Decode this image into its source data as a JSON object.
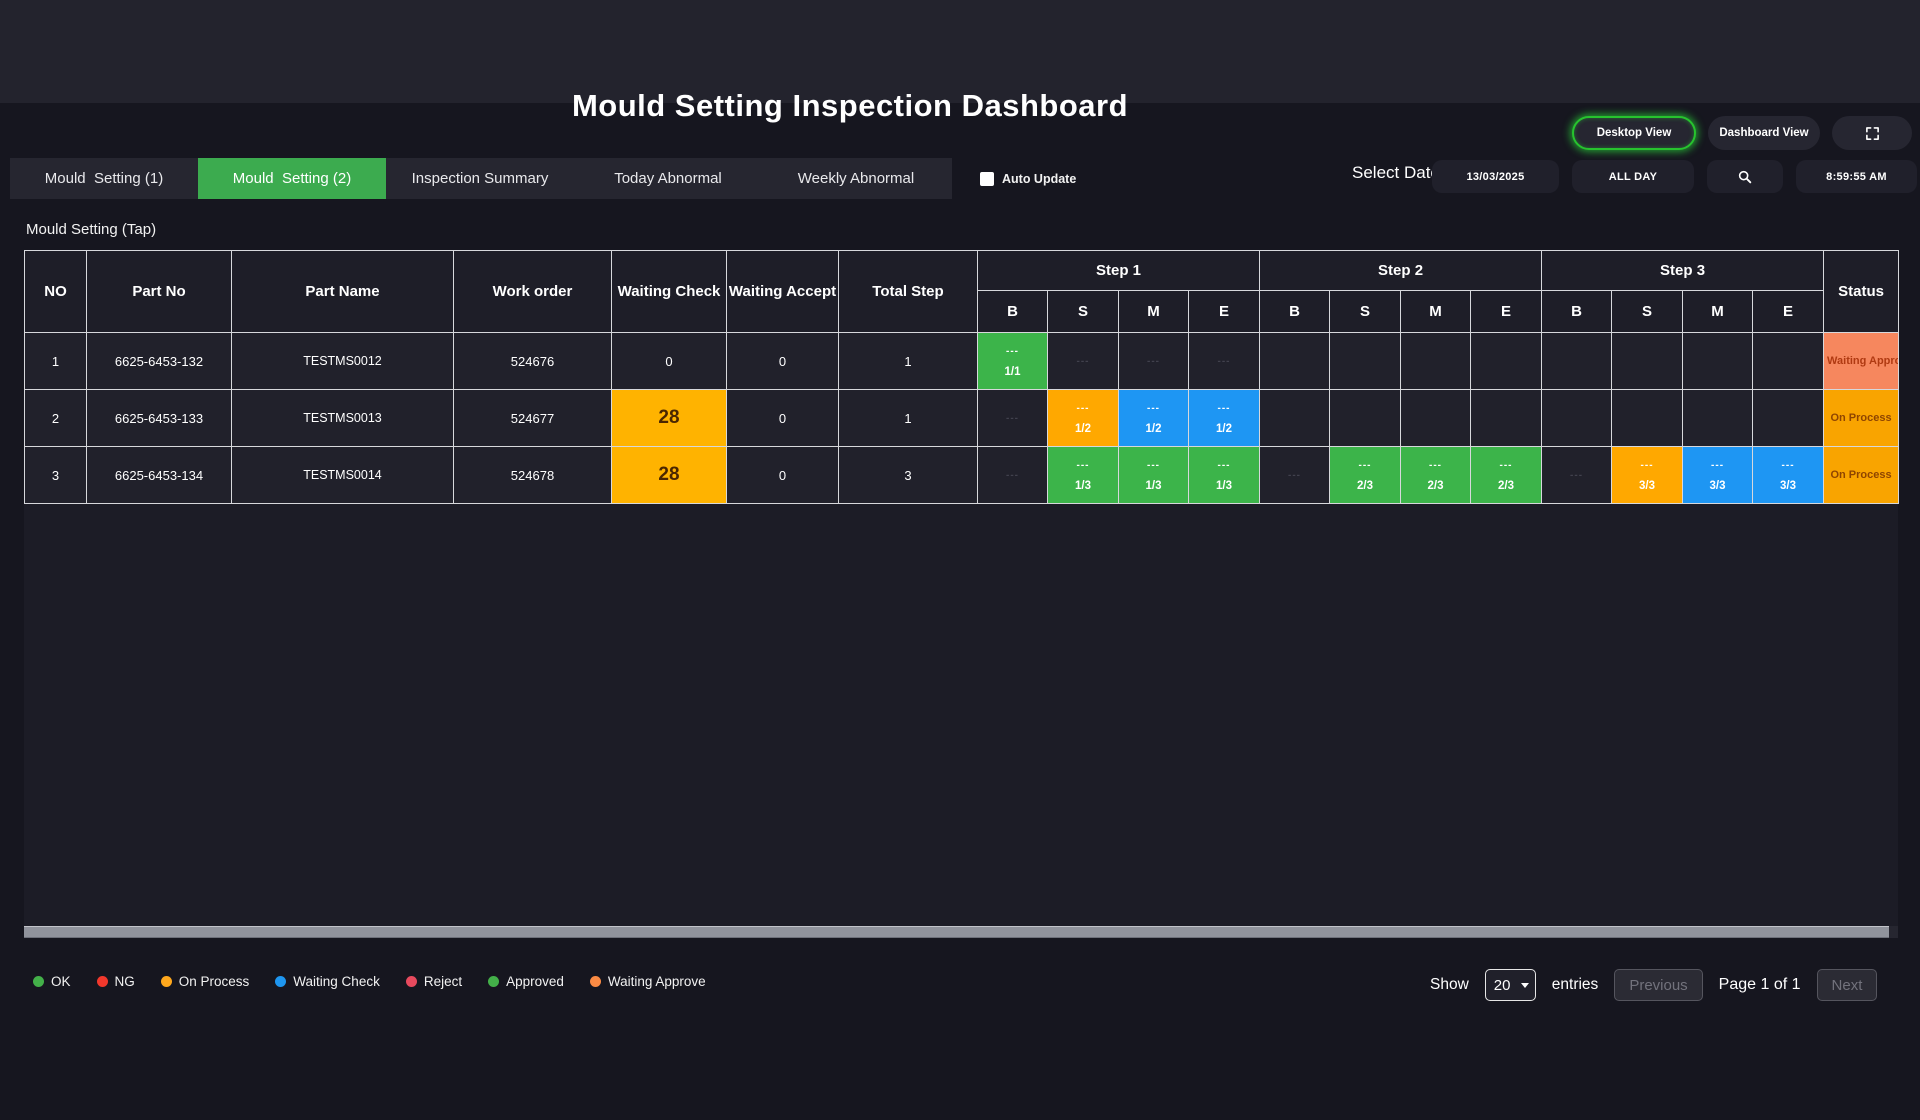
{
  "colors": {
    "green": "#3cb44a",
    "orange": "#ffa800",
    "blue": "#1e96f3",
    "amber_highlight": "#ffb300",
    "status_waiting_approve": "#f6875e",
    "status_on_process": "#f9a400",
    "active_tab_green": "#3cab4f",
    "glow_green": "#27c32e"
  },
  "header": {
    "title": "Mould Setting Inspection Dashboard",
    "buttons": [
      {
        "label": "Desktop View",
        "active": true
      },
      {
        "label": "Dashboard View",
        "active": false
      }
    ],
    "fullscreen_icon": "fullscreen-corners"
  },
  "tabs": [
    {
      "label": "Mould  Setting (1)",
      "active": false
    },
    {
      "label": "Mould  Setting (2)",
      "active": true
    },
    {
      "label": "Inspection Summary",
      "active": false
    },
    {
      "label": "Today Abnormal",
      "active": false
    },
    {
      "label": "Weekly Abnormal",
      "active": false
    }
  ],
  "controls": {
    "auto_update_label": "Auto Update",
    "auto_update_checked": false,
    "select_date_label": "Select Date",
    "date_value": "13/03/2025",
    "day_filter": "ALL DAY",
    "search_icon": "magnifier",
    "time_value": "8:59:55 AM"
  },
  "section_title": "Mould Setting (Tap)",
  "table": {
    "fixed_columns": [
      "NO",
      "Part No",
      "Part Name",
      "Work order",
      "Waiting Check",
      "Waiting Accept",
      "Total Step"
    ],
    "step_groups": [
      "Step 1",
      "Step 2",
      "Step 3"
    ],
    "step_subcolumns": [
      "B",
      "S",
      "M",
      "E"
    ],
    "status_column": "Status",
    "rows": [
      {
        "no": "1",
        "part_no": "6625-6453-132",
        "part_name": "TESTMS0012",
        "work_order": "524676",
        "waiting_check": "0",
        "waiting_check_highlight": false,
        "waiting_accept": "0",
        "total_step": "1",
        "steps": [
          {
            "type": "green",
            "top": "---",
            "bottom": "1/1"
          },
          {
            "type": "dash"
          },
          {
            "type": "dash"
          },
          {
            "type": "dash"
          },
          {
            "type": "empty"
          },
          {
            "type": "empty"
          },
          {
            "type": "empty"
          },
          {
            "type": "empty"
          },
          {
            "type": "empty"
          },
          {
            "type": "empty"
          },
          {
            "type": "empty"
          },
          {
            "type": "empty"
          }
        ],
        "status": {
          "label": "Waiting Approve",
          "type": "waiting_approve"
        }
      },
      {
        "no": "2",
        "part_no": "6625-6453-133",
        "part_name": "TESTMS0013",
        "work_order": "524677",
        "waiting_check": "28",
        "waiting_check_highlight": true,
        "waiting_accept": "0",
        "total_step": "1",
        "steps": [
          {
            "type": "dash"
          },
          {
            "type": "orange",
            "top": "---",
            "bottom": "1/2"
          },
          {
            "type": "blue",
            "top": "---",
            "bottom": "1/2"
          },
          {
            "type": "blue",
            "top": "---",
            "bottom": "1/2"
          },
          {
            "type": "empty"
          },
          {
            "type": "empty"
          },
          {
            "type": "empty"
          },
          {
            "type": "empty"
          },
          {
            "type": "empty"
          },
          {
            "type": "empty"
          },
          {
            "type": "empty"
          },
          {
            "type": "empty"
          }
        ],
        "status": {
          "label": "On Process",
          "type": "on_process"
        }
      },
      {
        "no": "3",
        "part_no": "6625-6453-134",
        "part_name": "TESTMS0014",
        "work_order": "524678",
        "waiting_check": "28",
        "waiting_check_highlight": true,
        "waiting_accept": "0",
        "total_step": "3",
        "steps": [
          {
            "type": "dash"
          },
          {
            "type": "green",
            "top": "---",
            "bottom": "1/3"
          },
          {
            "type": "green",
            "top": "---",
            "bottom": "1/3"
          },
          {
            "type": "green",
            "top": "---",
            "bottom": "1/3"
          },
          {
            "type": "dash"
          },
          {
            "type": "green",
            "top": "---",
            "bottom": "2/3"
          },
          {
            "type": "green",
            "top": "---",
            "bottom": "2/3"
          },
          {
            "type": "green",
            "top": "---",
            "bottom": "2/3"
          },
          {
            "type": "dash"
          },
          {
            "type": "orange",
            "top": "---",
            "bottom": "3/3"
          },
          {
            "type": "blue",
            "top": "---",
            "bottom": "3/3"
          },
          {
            "type": "blue",
            "top": "---",
            "bottom": "3/3"
          }
        ],
        "status": {
          "label": "On Process",
          "type": "on_process"
        }
      }
    ]
  },
  "legend": [
    {
      "label": "OK",
      "color": "#43b049"
    },
    {
      "label": "NG",
      "color": "#f2382c"
    },
    {
      "label": "On Process",
      "color": "#ffa81d"
    },
    {
      "label": "Waiting Check",
      "color": "#1e96f0"
    },
    {
      "label": "Reject",
      "color": "#e84a5e"
    },
    {
      "label": "Approved",
      "color": "#43b049"
    },
    {
      "label": "Waiting Approve",
      "color": "#fb8b44"
    }
  ],
  "pagination": {
    "show_label": "Show",
    "page_size": "20",
    "entries_label": "entries",
    "previous_label": "Previous",
    "page_info": "Page 1 of 1",
    "next_label": "Next"
  }
}
